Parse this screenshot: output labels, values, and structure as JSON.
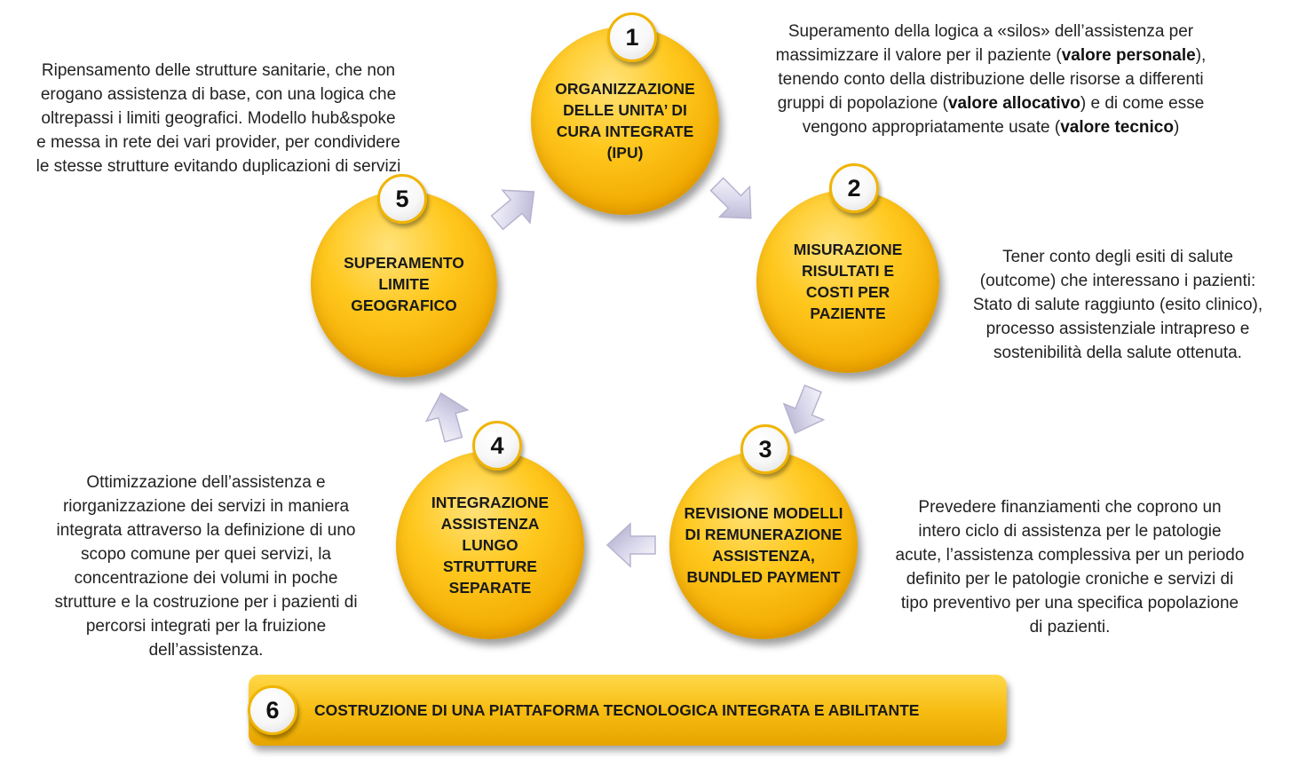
{
  "steps": [
    {
      "num": "1",
      "title": "ORGANIZZAZIONE\nDELLE UNITA’ DI\nCURA INTEGRATE\n(IPU)"
    },
    {
      "num": "2",
      "title": "MISURAZIONE\nRISULTATI E\nCOSTI PER\nPAZIENTE"
    },
    {
      "num": "3",
      "title": "REVISIONE MODELLI\nDI REMUNERAZIONE\nASSISTENZA,\nBUNDLED PAYMENT"
    },
    {
      "num": "4",
      "title": "INTEGRAZIONE\nASSISTENZA\nLUNGO\nSTRUTTURE\nSEPARATE"
    },
    {
      "num": "5",
      "title": "SUPERAMENTO\nLIMITE\nGEOGRAFICO"
    }
  ],
  "banner": {
    "num": "6",
    "title": "COSTRUZIONE DI UNA PIATTAFORMA TECNOLOGICA INTEGRATA E ABILITANTE"
  },
  "descriptions": {
    "d1": {
      "l1": "Superamento  della logica a «silos» dell’assistenza per",
      "l2a": "massimizzare il valore per il paziente (",
      "l2b": "valore personale",
      "l2c": "),",
      "l3": "tenendo conto della distribuzione delle risorse a differenti",
      "l4a": "gruppi di popolazione (",
      "l4b": "valore allocativo",
      "l4c": ") e di come esse",
      "l5a": "vengono appropriatamente usate (",
      "l5b": "valore tecnico",
      "l5c": ")"
    },
    "d2": "Tener conto degli esiti di salute\n(outcome) che interessano i pazienti:\nStato di salute raggiunto (esito clinico),\nprocesso assistenziale intrapreso e\nsostenibilità della salute ottenuta.",
    "d3": "Prevedere finanziamenti che coprono un\nintero ciclo di assistenza per le patologie\nacute, l’assistenza complessiva per un periodo\ndefinito per le patologie croniche e servizi di\ntipo preventivo per una specifica popolazione\ndi pazienti.",
    "d4": "Ottimizzazione dell’assistenza e\nriorganizzazione dei servizi in maniera\nintegrata attraverso la definizione di uno\nscopo comune per quei servizi, la\nconcentrazione dei volumi in poche\nstrutture e la costruzione per i pazienti di\npercorsi integrati per la fruizione\ndell’assistenza.",
    "d5": "Ripensamento delle strutture sanitarie, che non\nerogano assistenza di base, con una logica che\noltrepassi i limiti geografici. Modello hub&spoke\ne messa in rete dei vari provider, per condividere\nle stesse strutture evitando duplicazioni di servizi"
  },
  "colors": {
    "circle": "#f7b800",
    "banner": "#f7bd12",
    "arrow": "#c8c6e0",
    "number_border": "#f0b400"
  }
}
